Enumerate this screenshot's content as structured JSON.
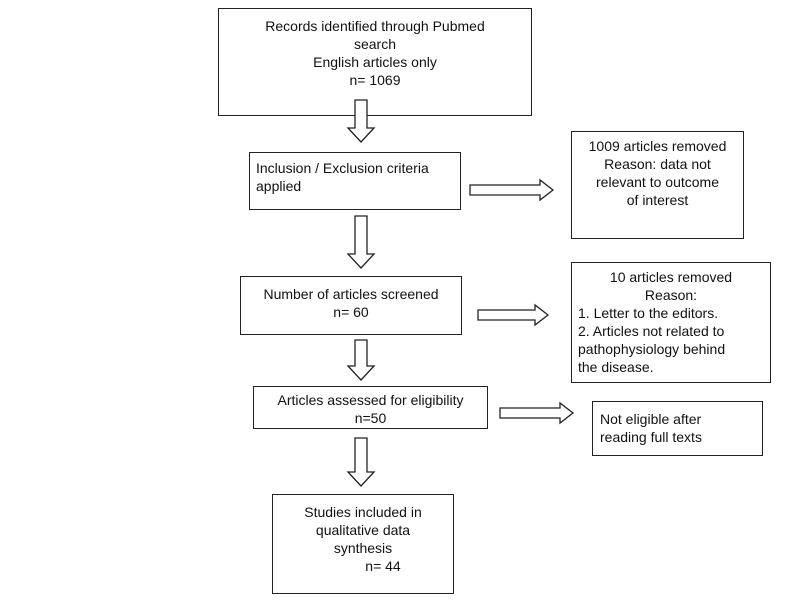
{
  "flow": {
    "records": {
      "line1": "Records identified through Pubmed",
      "line2": "search",
      "line3": "English articles only",
      "line4": "n= 1069"
    },
    "criteria": {
      "line1": "Inclusion / Exclusion criteria",
      "line2": "applied"
    },
    "removed1": {
      "line1": "1009 articles removed",
      "line2": "Reason: data not",
      "line3": "relevant to outcome",
      "line4": "of interest"
    },
    "screened": {
      "line1": "Number of articles screened",
      "line2": "n= 60"
    },
    "removed2": {
      "line1": "10 articles removed",
      "line2": "Reason:",
      "line3": "1. Letter to the editors.",
      "line4": "2. Articles not related to",
      "line5": "pathophysiology behind",
      "line6": "the disease."
    },
    "eligibility": {
      "line1": "Articles assessed for eligibility",
      "line2": "n=50"
    },
    "not_eligible": {
      "line1": "Not eligible after",
      "line2": "reading full texts"
    },
    "included": {
      "line1": "Studies included in",
      "line2": "qualitative data",
      "line3": "synthesis",
      "line4": "n= 44"
    }
  }
}
